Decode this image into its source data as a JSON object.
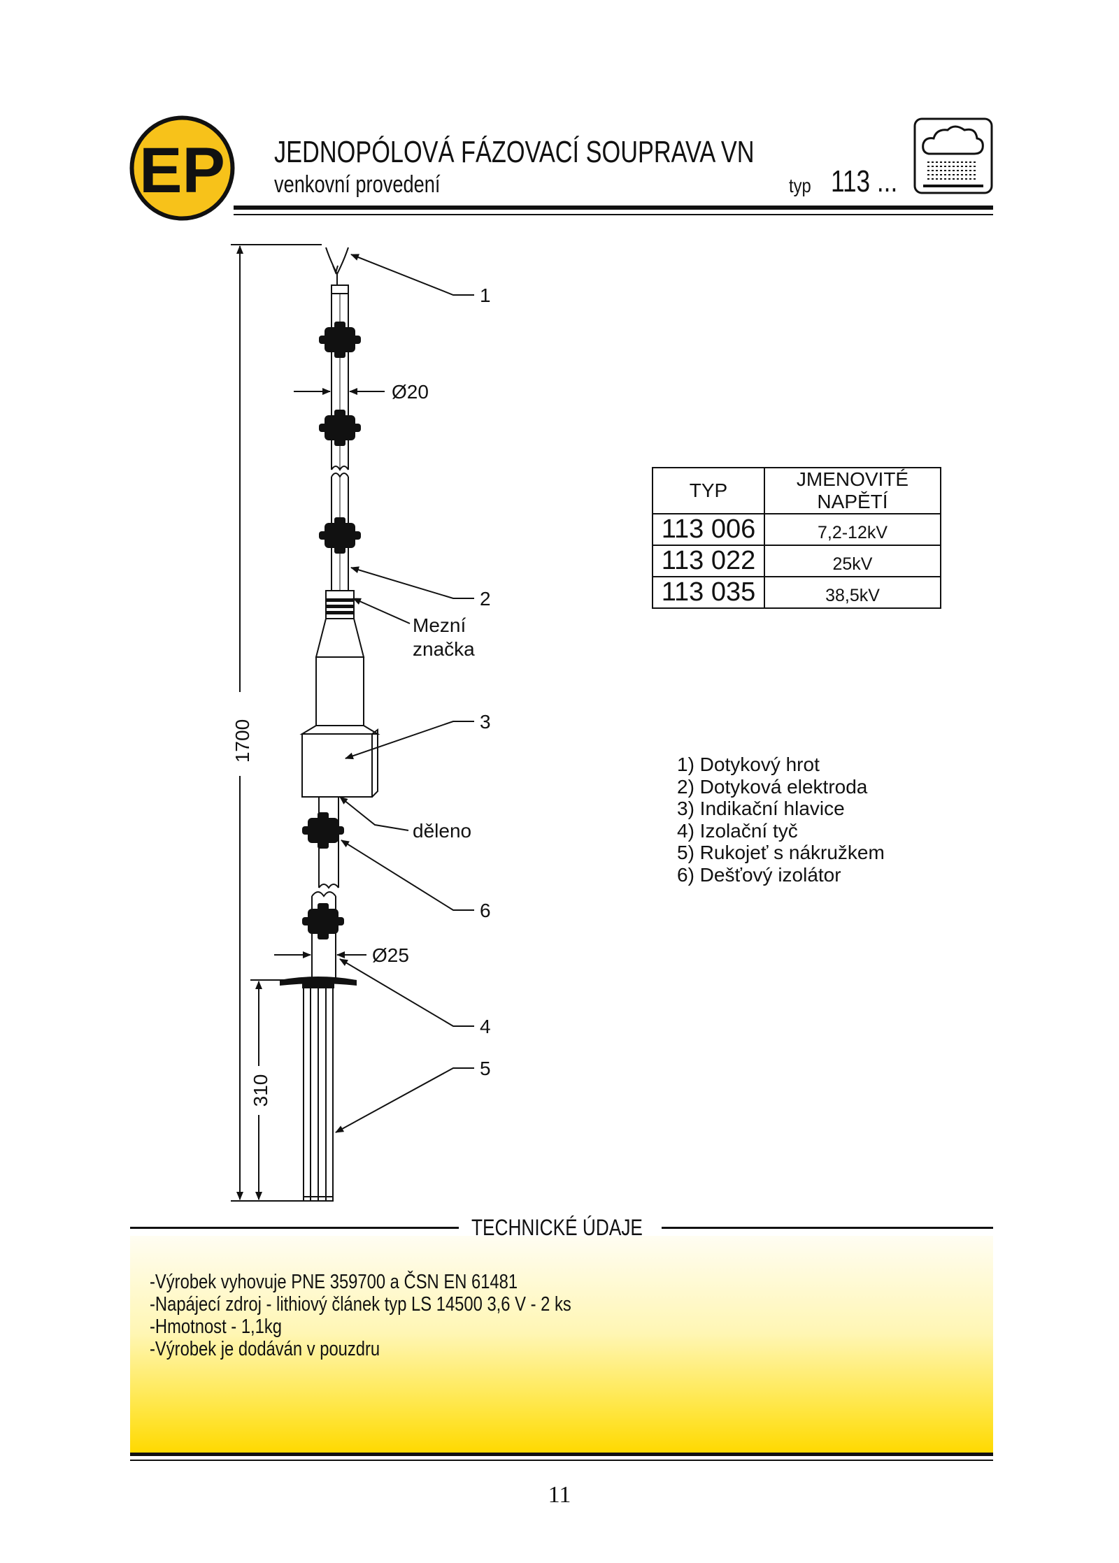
{
  "header": {
    "logo_text": "EP",
    "title": "JEDNOPÓLOVÁ FÁZOVACÍ SOUPRAVA VN",
    "subtitle": "venkovní provedení",
    "typ_label": "typ",
    "typ_value": "113 ...",
    "weather_icon": "rain-cloud-icon"
  },
  "drawing": {
    "callouts": [
      "1",
      "2",
      "3",
      "4",
      "5",
      "6"
    ],
    "dia_top": "Ø20",
    "dia_bottom": "Ø25",
    "height_total": "1700",
    "height_handle": "310",
    "mark_line1": "Mezní",
    "mark_line2": "značka",
    "divided": "děleno"
  },
  "table": {
    "headers": [
      "TYP",
      "JMENOVITÉ NAPĚTÍ"
    ],
    "rows": [
      {
        "typ": "113 006",
        "voltage": "7,2-12kV"
      },
      {
        "typ": "113 022",
        "voltage": "25kV"
      },
      {
        "typ": "113 035",
        "voltage": "38,5kV"
      }
    ]
  },
  "legend": [
    "1) Dotykový hrot",
    "2) Dotyková elektroda",
    "3) Indikační hlavice",
    "4) Izolační tyč",
    "5) Rukojeť s nákružkem",
    "6) Dešťový izolátor"
  ],
  "technical": {
    "title": "TECHNICKÉ ÚDAJE",
    "lines": [
      "-Výrobek vyhovuje PNE 359700 a ČSN EN 61481",
      "-Napájecí zdroj - lithiový článek typ LS 14500 3,6 V - 2 ks",
      "-Hmotnost - 1,1kg",
      "-Výrobek je dodáván v pouzdru"
    ]
  },
  "page_number": "11",
  "colors": {
    "logo_yellow": "#f7c21a",
    "band_yellow": "#ffd900",
    "ink": "#111111"
  }
}
